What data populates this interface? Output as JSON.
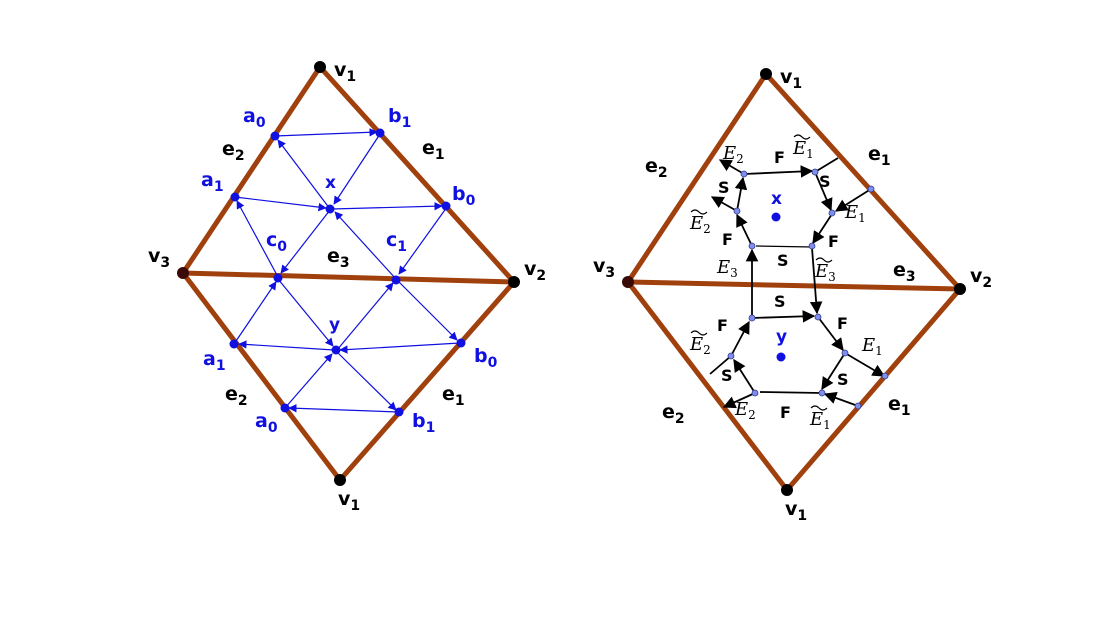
{
  "colors": {
    "edge": "#a0400c",
    "blue": "#1010e0",
    "black": "#000000",
    "vertex": "#000000",
    "node_fill": "#7f8ee8"
  },
  "left": {
    "labels": {
      "v1_top": {
        "base": "v",
        "sub": "1"
      },
      "v1_bottom": {
        "base": "v",
        "sub": "1"
      },
      "v2": {
        "base": "v",
        "sub": "2"
      },
      "v3": {
        "base": "v",
        "sub": "3"
      },
      "e1_upper": {
        "base": "e",
        "sub": "1"
      },
      "e1_lower": {
        "base": "e",
        "sub": "1"
      },
      "e2_upper": {
        "base": "e",
        "sub": "2"
      },
      "e2_lower": {
        "base": "e",
        "sub": "2"
      },
      "e3": {
        "base": "e",
        "sub": "3"
      },
      "a0_upper": {
        "base": "a",
        "sub": "0"
      },
      "a1_upper": {
        "base": "a",
        "sub": "1"
      },
      "b1_upper": {
        "base": "b",
        "sub": "1"
      },
      "b0_upper": {
        "base": "b",
        "sub": "0"
      },
      "c0": {
        "base": "c",
        "sub": "0"
      },
      "c1": {
        "base": "c",
        "sub": "1"
      },
      "x": {
        "base": "x",
        "sub": ""
      },
      "y": {
        "base": "y",
        "sub": ""
      },
      "a1_lower": {
        "base": "a",
        "sub": "1"
      },
      "a0_lower": {
        "base": "a",
        "sub": "0"
      },
      "b0_lower": {
        "base": "b",
        "sub": "0"
      },
      "b1_lower": {
        "base": "b",
        "sub": "1"
      }
    }
  },
  "right": {
    "labels": {
      "v1_top": {
        "base": "v",
        "sub": "1"
      },
      "v1_bottom": {
        "base": "v",
        "sub": "1"
      },
      "v2": {
        "base": "v",
        "sub": "2"
      },
      "v3": {
        "base": "v",
        "sub": "3"
      },
      "e1_upper": {
        "base": "e",
        "sub": "1"
      },
      "e1_lower": {
        "base": "e",
        "sub": "1"
      },
      "e2_upper": {
        "base": "e",
        "sub": "2"
      },
      "e2_lower": {
        "base": "e",
        "sub": "2"
      },
      "e3": {
        "base": "e",
        "sub": "3"
      },
      "x": {
        "base": "x",
        "sub": ""
      },
      "y": {
        "base": "y",
        "sub": ""
      }
    },
    "face_labels": {
      "F": "F",
      "S": "S"
    },
    "edge_labels": {
      "E1": {
        "base": "E",
        "sub": "1",
        "tilde": false
      },
      "E2": {
        "base": "E",
        "sub": "2",
        "tilde": false
      },
      "E3": {
        "base": "E",
        "sub": "3",
        "tilde": false
      },
      "E1t": {
        "base": "E",
        "sub": "1",
        "tilde": true
      },
      "E2t": {
        "base": "E",
        "sub": "2",
        "tilde": true
      },
      "E3t": {
        "base": "E",
        "sub": "3",
        "tilde": true
      }
    }
  }
}
